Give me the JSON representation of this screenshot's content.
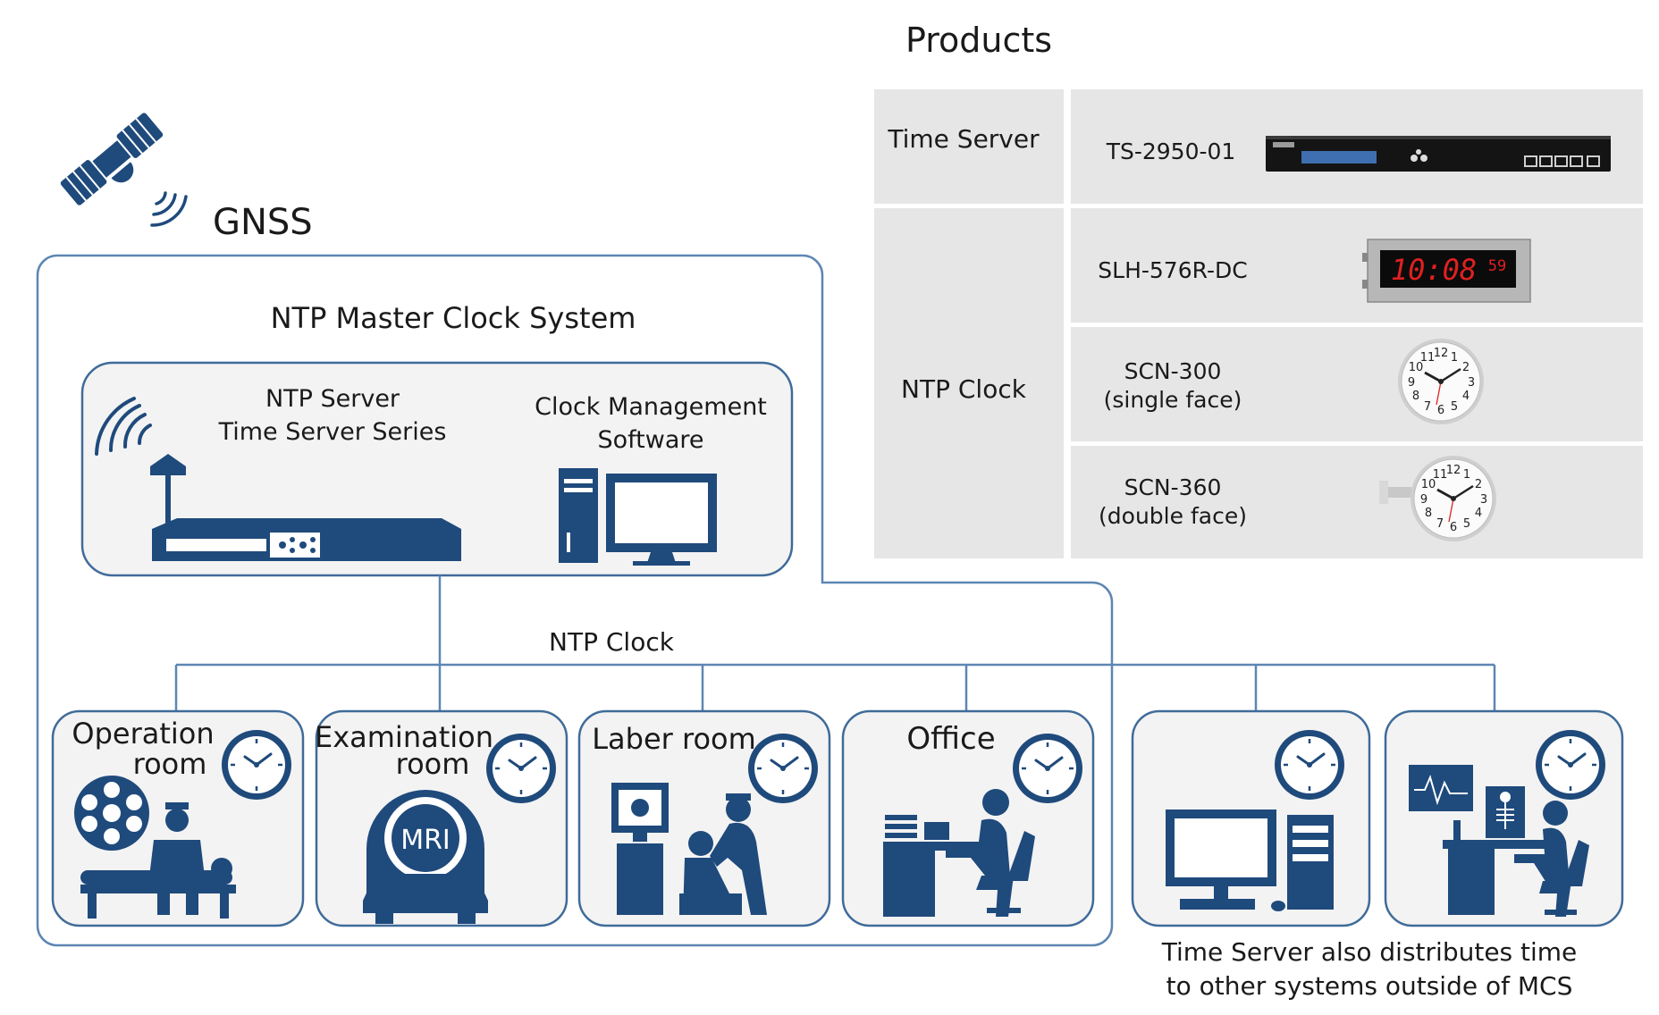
{
  "products": {
    "title": "Products",
    "categories": {
      "time_server": "Time Server",
      "ntp_clock": "NTP Clock"
    },
    "items": [
      {
        "model": "TS-2950-01",
        "line2": ""
      },
      {
        "model": "SLH-576R-DC",
        "line2": "",
        "display": "10:08",
        "seconds": "59"
      },
      {
        "model": "SCN-300",
        "line2": "(single face)"
      },
      {
        "model": "SCN-360",
        "line2": "(double face)"
      }
    ]
  },
  "gnss": {
    "label": "GNSS"
  },
  "mcs": {
    "title": "NTP Master Clock System",
    "server_line1": "NTP Server",
    "server_line2": "Time Server Series",
    "software_line1": "Clock Management",
    "software_line2": "Software",
    "bus_label": "NTP Clock"
  },
  "rooms": [
    {
      "line1": "Operation",
      "line2": "room"
    },
    {
      "line1": "Examination",
      "line2": "room",
      "mri": "MRI"
    },
    {
      "line1": "Laber room",
      "line2": ""
    },
    {
      "line1": "Office",
      "line2": ""
    }
  ],
  "outside": {
    "caption_line1": "Time Server also distributes time",
    "caption_line2": "to other systems outside of MCS"
  },
  "colors": {
    "navy": "#1f4a7c",
    "line": "#5d86b3",
    "panel": "#e6e6e6",
    "box_fill": "#f3f3f3",
    "clock_red": "#e02020"
  }
}
